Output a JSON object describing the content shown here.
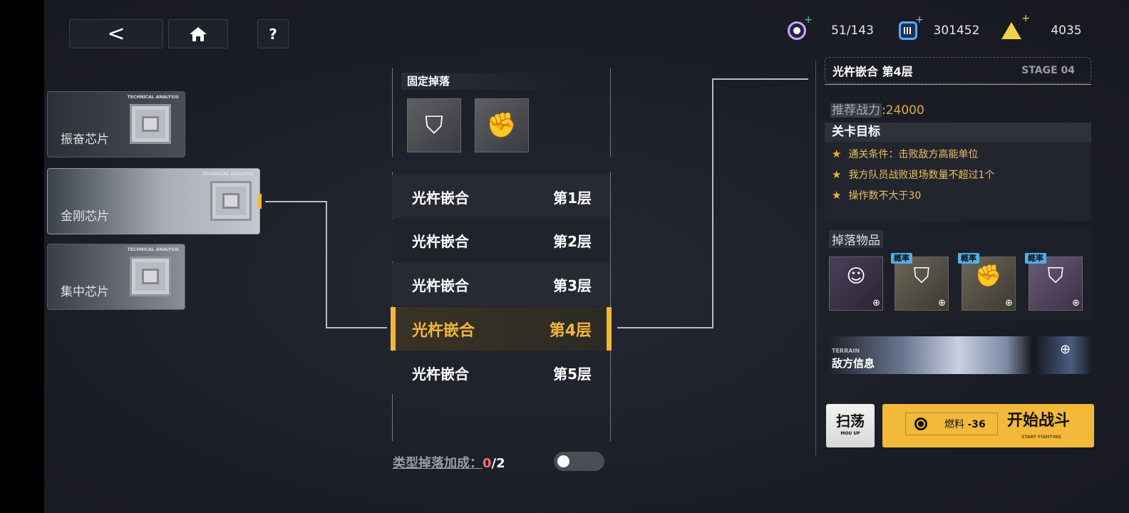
{
  "nav": {
    "back_icon": "<",
    "home_icon": "home",
    "help_label": "?"
  },
  "currency": [
    {
      "icon": "energy-icon",
      "value": "51/143",
      "color": "#c9a6ff"
    },
    {
      "icon": "credit-icon",
      "value": "301452",
      "color": "#5aa8ff"
    },
    {
      "icon": "triangle-token-icon",
      "value": "4035",
      "color": "#f0d24a"
    }
  ],
  "chips": [
    {
      "tag": "TECHNICAL ANALYSIS",
      "label": "振奋芯片"
    },
    {
      "tag": "TECHNICAL ANALYSIS",
      "label": "金刚芯片"
    },
    {
      "tag": "TECHNICAL ANALYSIS",
      "label": "集中芯片"
    }
  ],
  "fixed_drops": {
    "title": "固定掉落"
  },
  "stages": [
    {
      "name": "光杵嵌合",
      "floor": "第1层"
    },
    {
      "name": "光杵嵌合",
      "floor": "第2层"
    },
    {
      "name": "光杵嵌合",
      "floor": "第3层"
    },
    {
      "name": "光杵嵌合",
      "floor": "第4层"
    },
    {
      "name": "光杵嵌合",
      "floor": "第5层"
    }
  ],
  "bonus": {
    "label": "类型掉落加成：",
    "current": "0",
    "total": "/2",
    "toggle_on": false
  },
  "detail": {
    "title": "光杵嵌合 第4层",
    "stage_code": "STAGE 04",
    "power_label": "推荐战力",
    "power_sep": ":",
    "power_value": "24000",
    "objectives_title": "关卡目标",
    "objectives": [
      "通关条件：击败敌方高能单位",
      "我方队员战败退场数量不超过1个",
      "操作数不大于30"
    ],
    "drops_title": "掉落物品",
    "prob_label": "概率",
    "enemy_tag": "TERRAIN",
    "enemy_label": "敌方信息",
    "sweep_label": "扫荡",
    "sweep_sub": "MOU UP",
    "fuel_label": "燃料",
    "fuel_cost": "-36",
    "start_label": "开始战斗",
    "start_sub": "START FIGHTING",
    "accent": "#f3b63a"
  }
}
